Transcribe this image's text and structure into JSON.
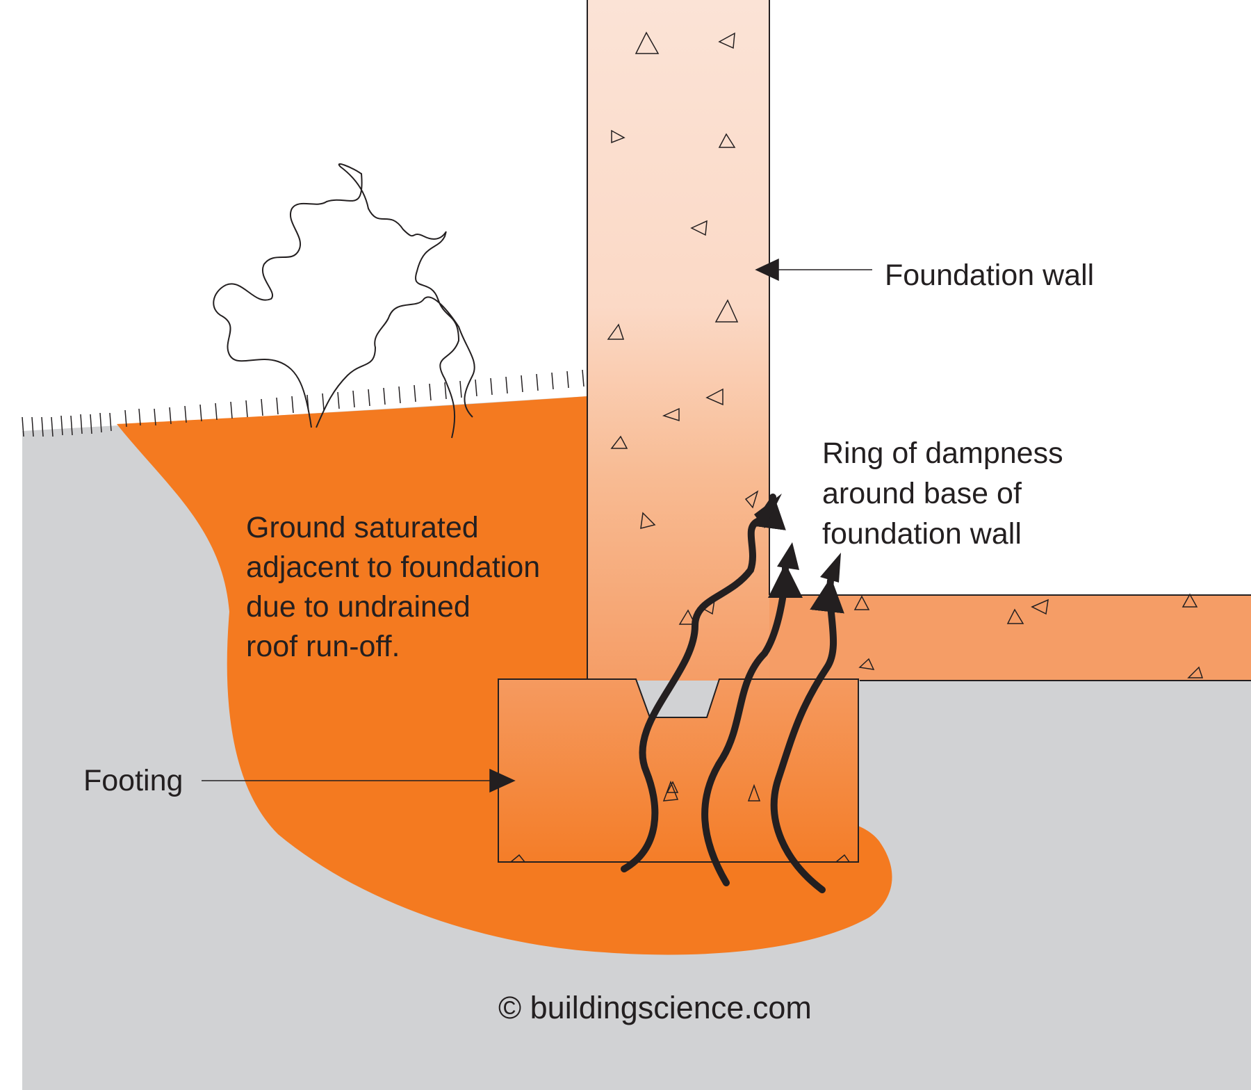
{
  "labels": {
    "foundation_wall": "Foundation wall",
    "ring_of_dampness": "Ring of dampness\naround base of\nfoundation wall",
    "ground_saturated": "Ground saturated\nadjacent to foundation\ndue to undrained\nroof run-off.",
    "footing": "Footing",
    "copyright": "© buildingscience.com"
  },
  "colors": {
    "soil": "#d1d2d4",
    "saturated_ground": "#f47a20",
    "concrete_light": "#fbe0d2",
    "concrete_wet": "#f59d66",
    "arrow": "#231f20",
    "outline": "#231f20"
  }
}
